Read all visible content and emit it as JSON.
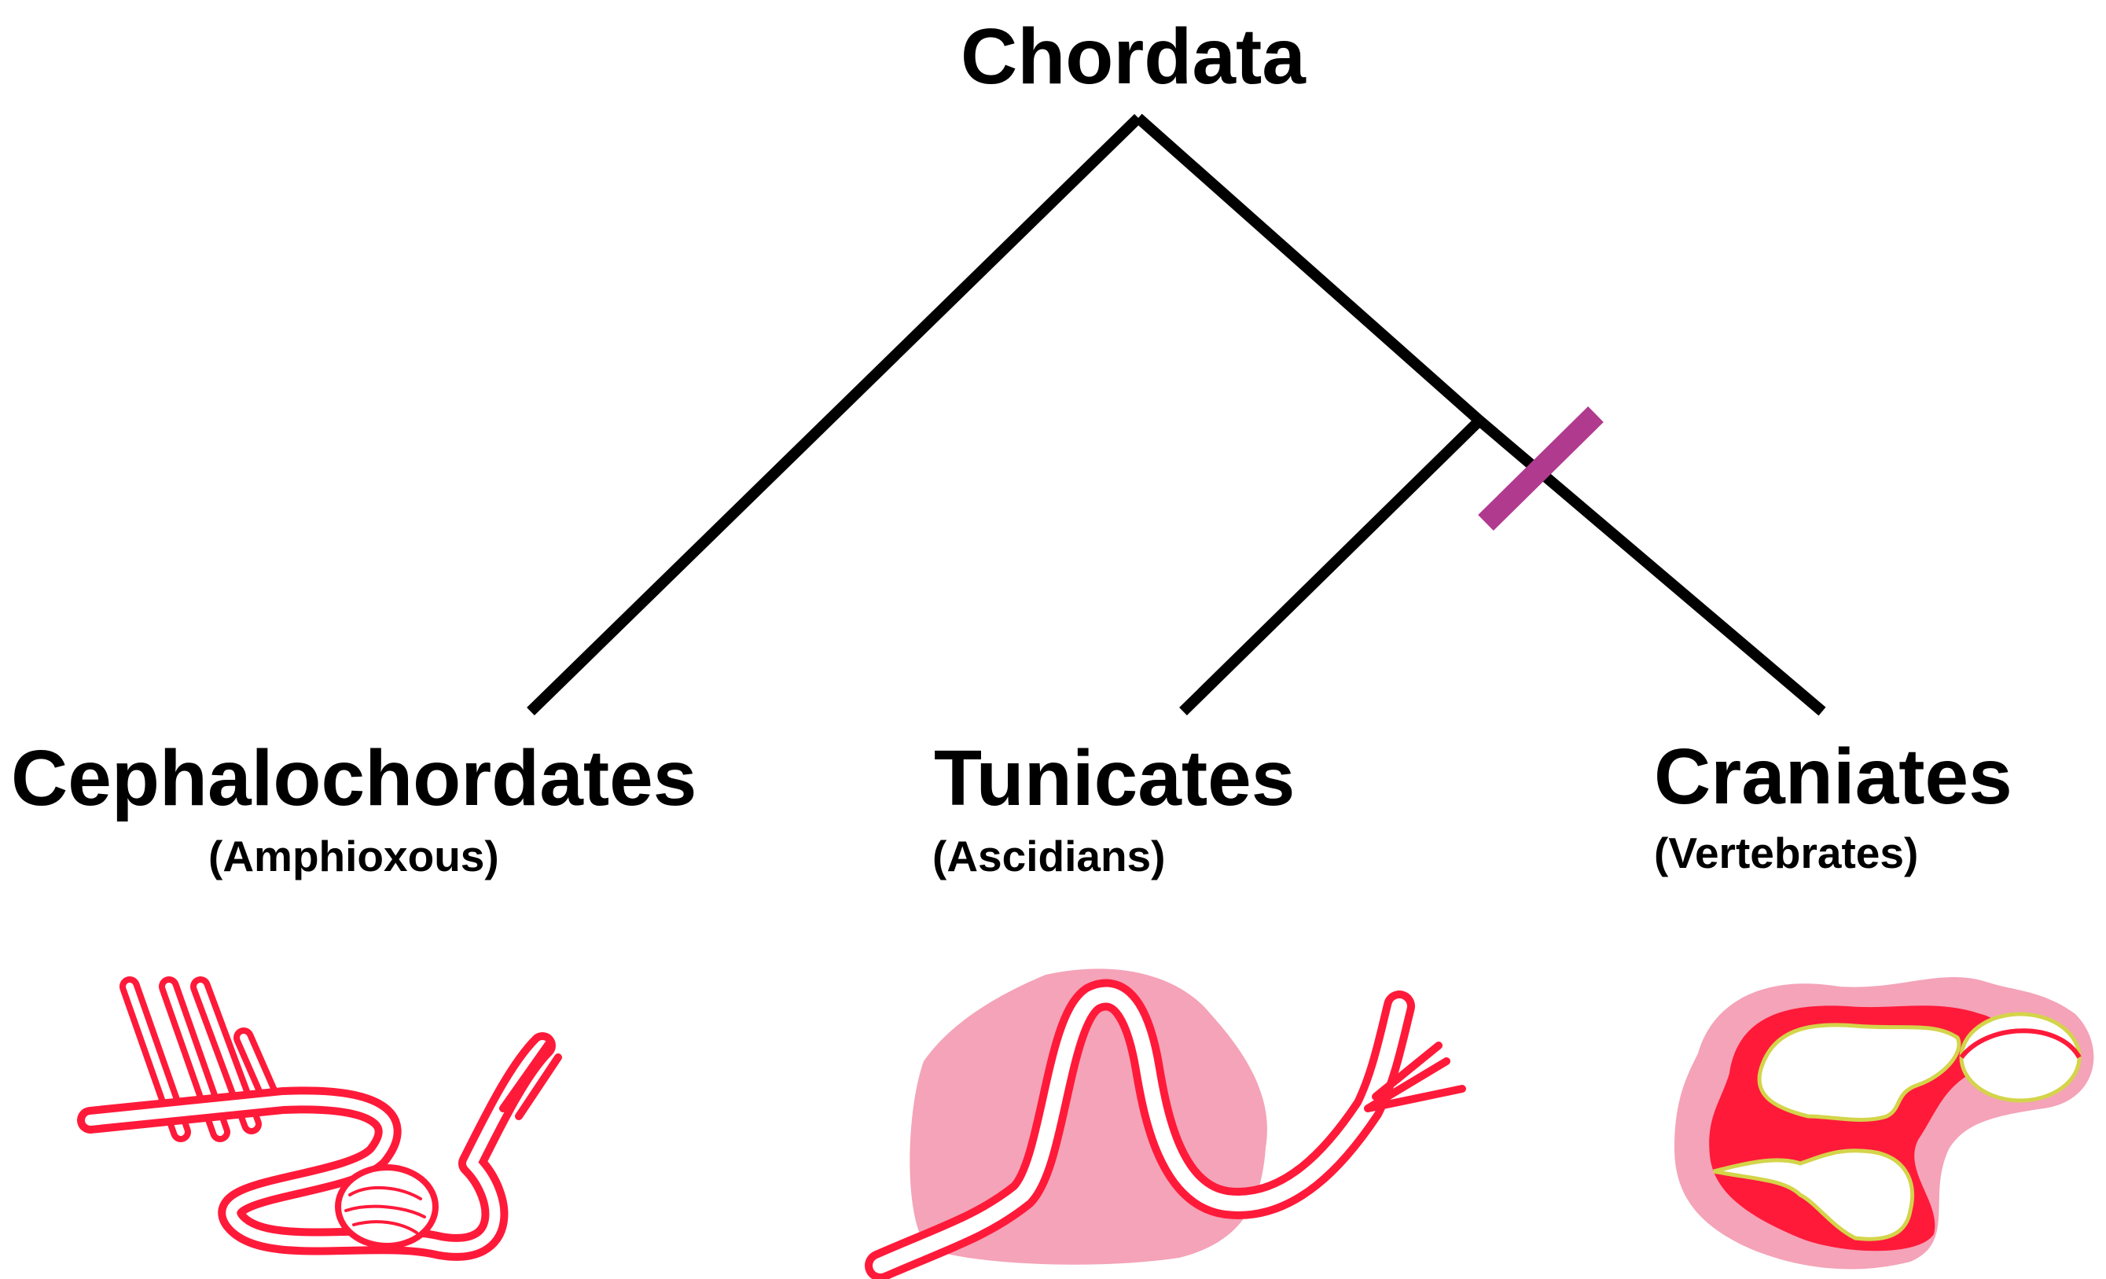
{
  "diagram": {
    "root_label": "Chordata",
    "taxa": [
      {
        "name": "Cephalochordates",
        "common": "(Amphioxous)"
      },
      {
        "name": "Tunicates",
        "common": "(Ascidians)"
      },
      {
        "name": "Craniates",
        "common": "(Vertebrates)"
      }
    ],
    "colors": {
      "branch": "#000000",
      "synapomorphy_mark": "#b03a8e",
      "heart_red": "#ff1a3a",
      "heart_pink": "#f4a3b8",
      "heart_outline": "#d4d44a"
    },
    "icons": {
      "synapomorphy_mark": "character-bar-icon",
      "cephalochordate_heart": "tubular-heart-icon",
      "tunicate_heart": "tunicate-heart-icon",
      "craniate_heart": "chambered-heart-icon"
    }
  }
}
